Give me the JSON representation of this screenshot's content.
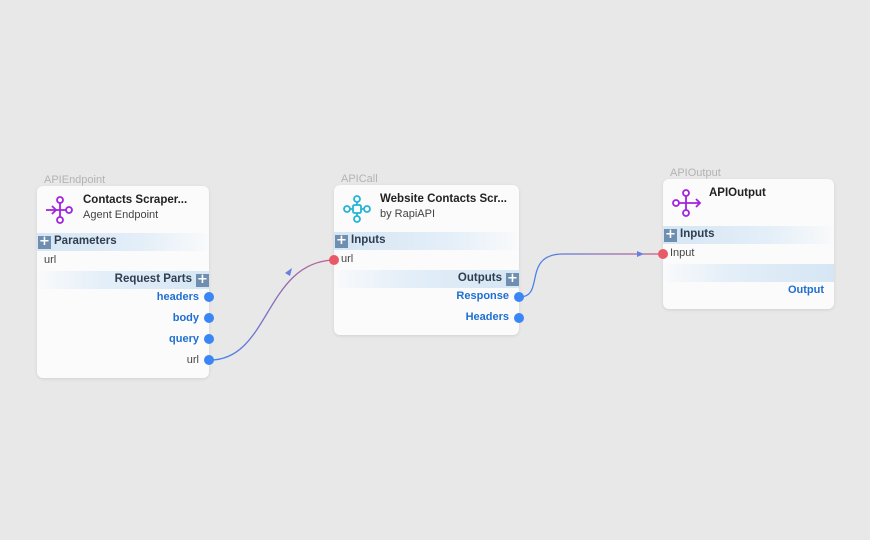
{
  "nodes": {
    "endpoint": {
      "type_label": "APIEndpoint",
      "title": "Contacts Scraper...",
      "subtitle": "Agent Endpoint",
      "icon": "agent-endpoint-icon",
      "icon_color": "#a321e0",
      "parameters_label": "Parameters",
      "parameters": [
        "url"
      ],
      "request_parts_label": "Request Parts",
      "request_parts": [
        "headers",
        "body",
        "query",
        "url"
      ]
    },
    "apicall": {
      "type_label": "APICall",
      "title": "Website Contacts Scr...",
      "subtitle": "by RapiAPI",
      "icon": "api-call-icon",
      "icon_color": "#22b5d6",
      "inputs_label": "Inputs",
      "inputs": [
        "url"
      ],
      "outputs_label": "Outputs",
      "outputs": [
        "Response",
        "Headers"
      ]
    },
    "output": {
      "type_label": "APIOutput",
      "title": "APIOutput",
      "icon": "api-output-icon",
      "icon_color": "#a321e0",
      "inputs_label": "Inputs",
      "inputs": [
        "Input"
      ],
      "outputs": [
        "Output"
      ]
    }
  },
  "colors": {
    "output_port": "#3a86f5",
    "input_port": "#e85a68",
    "wire_start": "#3a86f5",
    "wire_end": "#c85a8a"
  }
}
